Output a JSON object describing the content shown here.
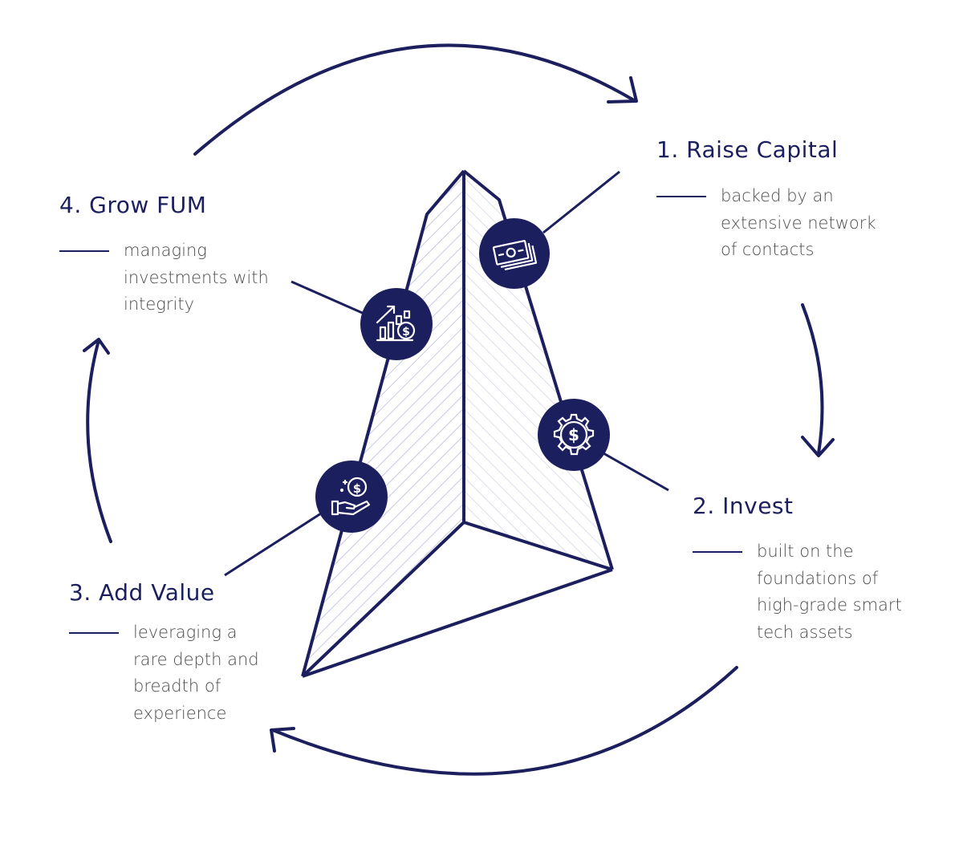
{
  "colors": {
    "primary": "#1c1f5e",
    "hatch": "#b9bbd6",
    "text": "#4d4d4d",
    "background": "#ffffff"
  },
  "steps": [
    {
      "number": "1.",
      "title": "1. Raise Capital",
      "description": [
        "backed by an",
        "extensive network",
        "of contacts"
      ],
      "icon": "money-stack-icon"
    },
    {
      "number": "2.",
      "title": "2. Invest",
      "description": [
        "built on the",
        "foundations of",
        "high-grade smart",
        "tech assets"
      ],
      "icon": "gear-dollar-icon"
    },
    {
      "number": "3.",
      "title": "3. Add Value",
      "description": [
        "leveraging a",
        "rare depth and",
        "breadth of",
        "experience"
      ],
      "icon": "hand-coin-icon"
    },
    {
      "number": "4.",
      "title": "4. Grow FUM",
      "description": [
        "managing",
        "investments with",
        "integrity"
      ],
      "icon": "growth-chart-coin-icon"
    }
  ]
}
